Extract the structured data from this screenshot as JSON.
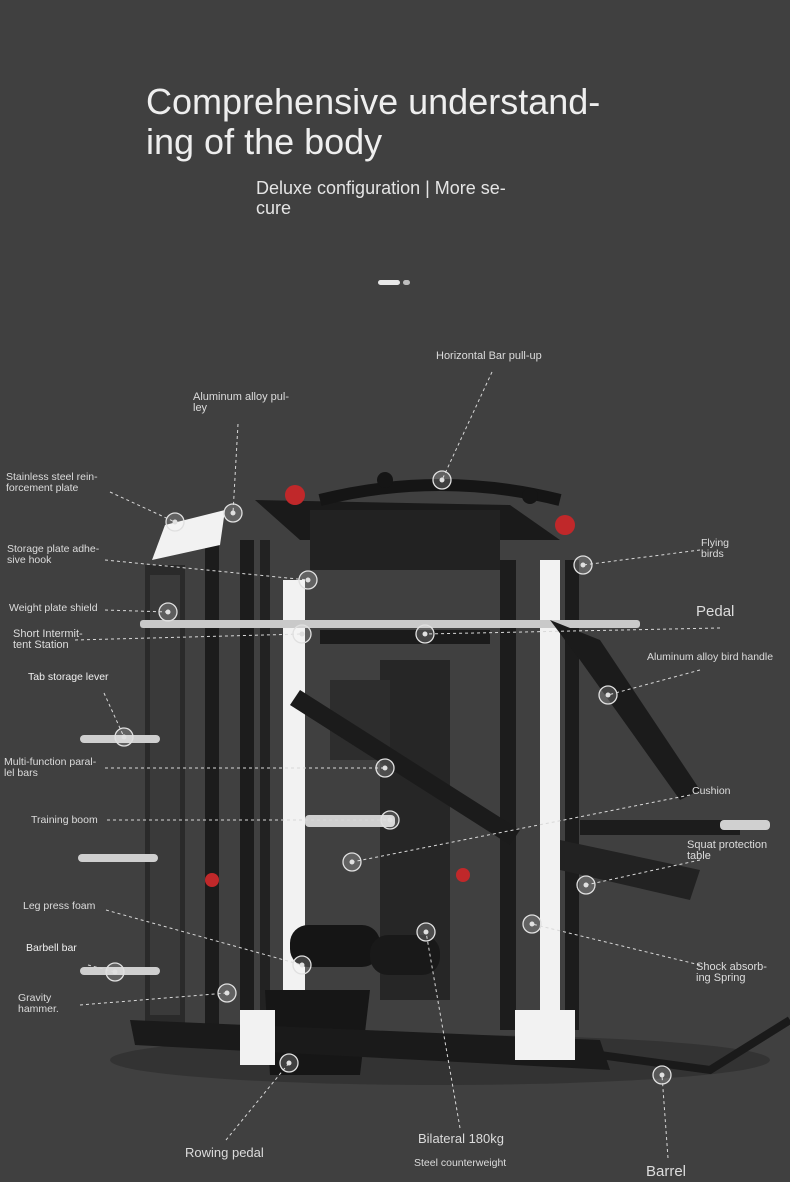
{
  "header": {
    "title_line1": "Comprehensive understand-",
    "title_line2": "ing of the body",
    "subtitle_line1": "Deluxe configuration | More se-",
    "subtitle_line2": "cure"
  },
  "labels": {
    "horizontal_bar": "Horizontal Bar pull-up",
    "aluminum_pulley_1": "Aluminum alloy pul-",
    "aluminum_pulley_2": "ley",
    "stainless_plate_1": "Stainless steel rein-",
    "stainless_plate_2": "forcement plate",
    "storage_hook_1": "Storage plate adhe-",
    "storage_hook_2": "sive hook",
    "weight_shield": "Weight plate shield",
    "short_station_1": "Short Intermit-",
    "short_station_2": "tent Station",
    "tab_storage": "Tab storage lever",
    "parallel_bars_1": "Multi-function paral-",
    "parallel_bars_2": "lel bars",
    "training_boom": "Training boom",
    "leg_press": "Leg press foam",
    "barbell_bar": "Barbell bar",
    "gravity_1": "Gravity",
    "gravity_2": "hammer.",
    "flying_1": "Flying",
    "flying_2": "birds",
    "pedal": "Pedal",
    "bird_handle": "Aluminum alloy bird handle",
    "cushion": "Cushion",
    "squat_1": "Squat protection",
    "squat_2": "table",
    "shock_1": "Shock absorb-",
    "shock_2": "ing Spring",
    "rowing_pedal": "Rowing pedal",
    "bilateral": "Bilateral 180kg",
    "counterweight": "Steel counterweight",
    "barrel": "Barrel"
  },
  "colors": {
    "background": "#404040",
    "frame": "#1c1c1c",
    "white_panel": "#f2f2f2",
    "accent_red": "#c0282a",
    "leader_line": "#d8d8d8"
  }
}
